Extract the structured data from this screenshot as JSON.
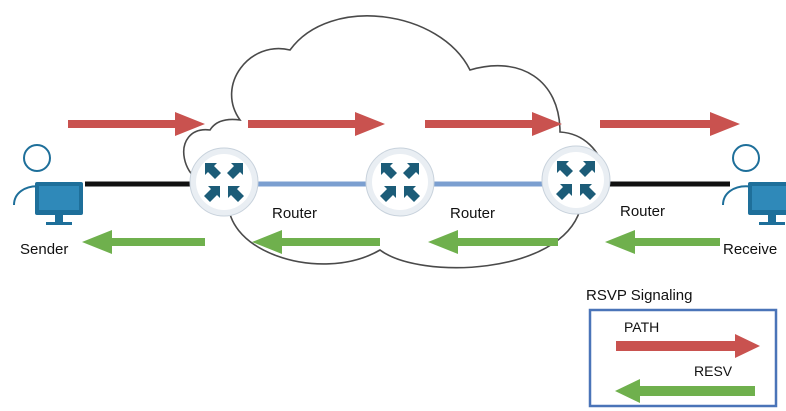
{
  "diagram": {
    "sender_label": "Sender",
    "receiver_label": "Receive",
    "router_label": "Router",
    "routers": [
      {
        "label": "Router"
      },
      {
        "label": "Router"
      },
      {
        "label": "Router"
      }
    ]
  },
  "legend": {
    "title": "RSVP Signaling",
    "items": [
      {
        "label": "PATH",
        "color": "#c9524f"
      },
      {
        "label": "RESV",
        "color": "#6fb04d"
      }
    ]
  },
  "colors": {
    "path_arrow": "#c9524f",
    "resv_arrow": "#6fb04d",
    "router_fill": "#1c5c78",
    "router_ring": "#e9eef3",
    "link_access": "#111111",
    "link_core": "#7b9fd0",
    "icon_blue": "#1e6f9a",
    "legend_border": "#4a74b8"
  },
  "icons": {
    "router": "router-icon",
    "host": "computer-user-icon",
    "cloud": "cloud-icon"
  }
}
